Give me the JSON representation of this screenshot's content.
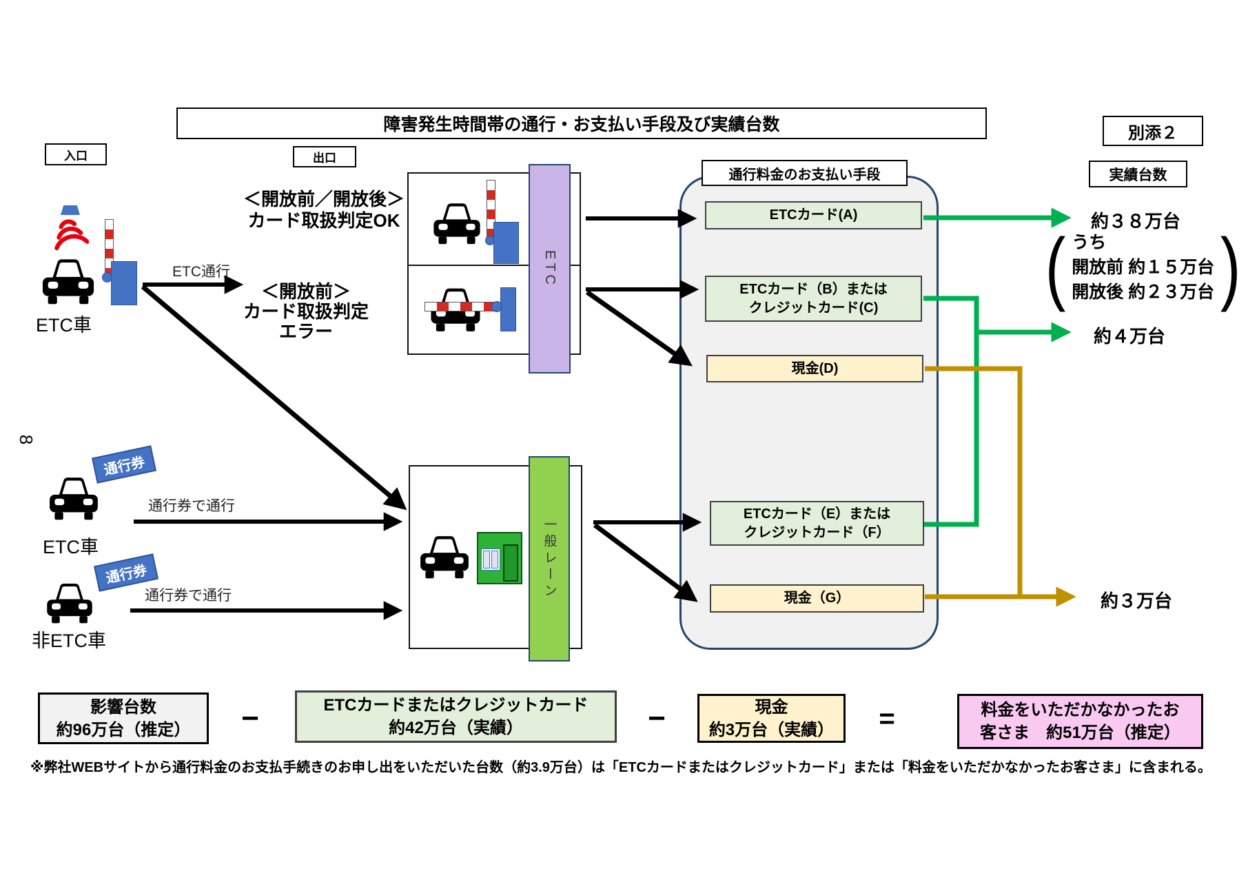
{
  "title": "障害発生時間帯の通行・お支払い手段及び実績台数",
  "attachment_tag": "別添２",
  "page_number": "8",
  "gate_labels": {
    "entrance": "入口",
    "exit": "出口"
  },
  "vehicles": {
    "etc_top": "ETC車",
    "etc_mid": "ETC車",
    "non_etc": "非ETC車"
  },
  "tickets": {
    "tag1": "通行券",
    "tag2": "通行券"
  },
  "flow_labels": {
    "etc_pass": "ETC通行",
    "ticket_pass1": "通行券で通行",
    "ticket_pass2": "通行券で通行"
  },
  "cases": {
    "ok": [
      "＜開放前／開放後＞",
      "カード取扱判定OK"
    ],
    "error": [
      "＜開放前＞",
      "カード取扱判定",
      "エラー"
    ]
  },
  "lanes": {
    "etc": "ETC",
    "general": "一般レーン"
  },
  "payment": {
    "header": "通行料金のお支払い手段",
    "box_a": [
      "ETCカード(A)"
    ],
    "box_bc": [
      "ETCカード（B）または",
      "クレジットカード(C)"
    ],
    "box_d": [
      "現金(D)"
    ],
    "box_ef": [
      "ETCカード（E）または",
      "クレジットカード（F）"
    ],
    "box_g": [
      "現金（G）"
    ]
  },
  "results": {
    "header": "実績台数",
    "etc_total": "約３８万台",
    "breakdown": {
      "open": "(",
      "close": ")",
      "lines": [
        "うち",
        "開放前 約１５万台",
        "開放後 約２３万台"
      ]
    },
    "card_total": "約４万台",
    "cash_total": "約３万台"
  },
  "formula": {
    "impact": [
      "影響台数",
      "約96万台（推定）"
    ],
    "minus1": "−",
    "card": [
      "ETCカードまたはクレジットカード",
      "約42万台（実績）"
    ],
    "minus2": "−",
    "cash": [
      "現金",
      "約3万台（実績）"
    ],
    "equals": "=",
    "result": [
      "料金をいただかなかったお",
      "客さま　約51万台（推定）"
    ]
  },
  "footnote": "※弊社WEBサイトから通行料金のお支払手続きのお申し出をいただいた台数（約3.9万台）は「ETCカードまたはクレジットカード」または「料金をいただかなかったお客さま」に含まれる。",
  "colors": {
    "accent_green_flow": "#00b050",
    "accent_gold_flow": "#bf9000",
    "card_box_fill": "#e2efda",
    "cash_box_fill": "#fff2cc",
    "result_box_fill": "#f9c9f2",
    "impact_box_fill": "#f2f2f2",
    "etc_lane_fill": "#c9b5e8",
    "general_lane_fill": "#92d050",
    "device_blue": "#4472c4",
    "signal_red": "#e8000d",
    "panel_border": "#24456e",
    "panel_fill": "#f1f1f2"
  }
}
